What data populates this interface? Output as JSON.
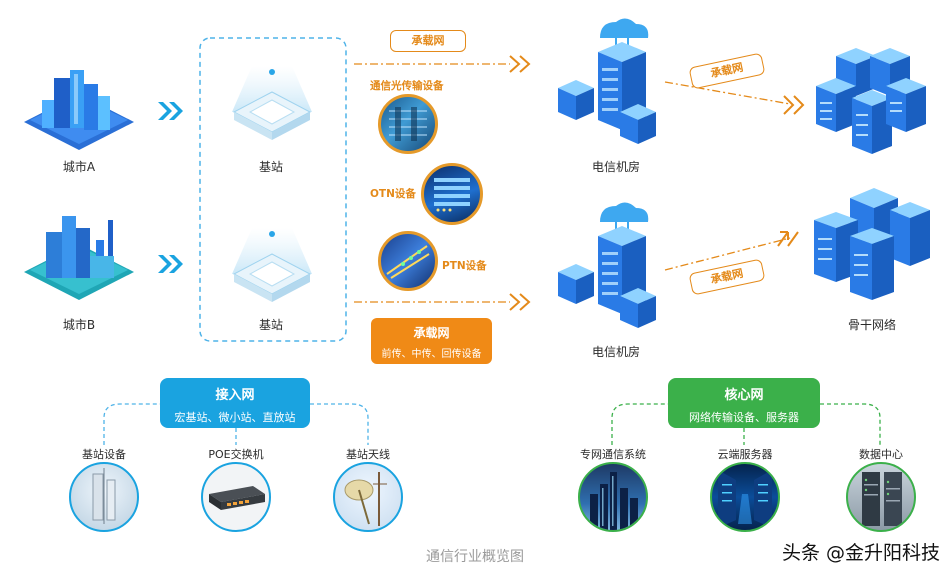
{
  "cities": [
    {
      "label": "城市A"
    },
    {
      "label": "城市B"
    }
  ],
  "stations": [
    {
      "label": "基站"
    },
    {
      "label": "基站"
    }
  ],
  "carrier_top": {
    "label": "承载网"
  },
  "carrier_bottom": {
    "label": "承载网",
    "sub": "前传、中传、回传设备"
  },
  "devices": [
    {
      "label": "通信光传输设备"
    },
    {
      "label": "OTN设备"
    },
    {
      "label": "PTN设备"
    }
  ],
  "telecom_rooms": [
    {
      "label": "电信机房"
    },
    {
      "label": "电信机房"
    }
  ],
  "carrier_right": [
    {
      "label": "承载网"
    },
    {
      "label": "承载网"
    }
  ],
  "backbone": {
    "label": "骨干网络"
  },
  "access_network": {
    "title": "接入网",
    "subtitle": "宏基站、微小站、直放站",
    "color": "#1aa3e0",
    "items": [
      {
        "label": "基站设备"
      },
      {
        "label": "POE交换机"
      },
      {
        "label": "基站天线"
      }
    ]
  },
  "core_network": {
    "title": "核心网",
    "subtitle": "网络传输设备、服务器",
    "color": "#3bb04a",
    "items": [
      {
        "label": "专网通信系统"
      },
      {
        "label": "云端服务器"
      },
      {
        "label": "数据中心"
      }
    ]
  },
  "caption": "通信行业概览图",
  "watermark": "头条 @金升阳科技",
  "colors": {
    "accent_orange": "#e48a1a",
    "accent_blue": "#1aa3e0",
    "accent_green": "#3bb04a"
  }
}
